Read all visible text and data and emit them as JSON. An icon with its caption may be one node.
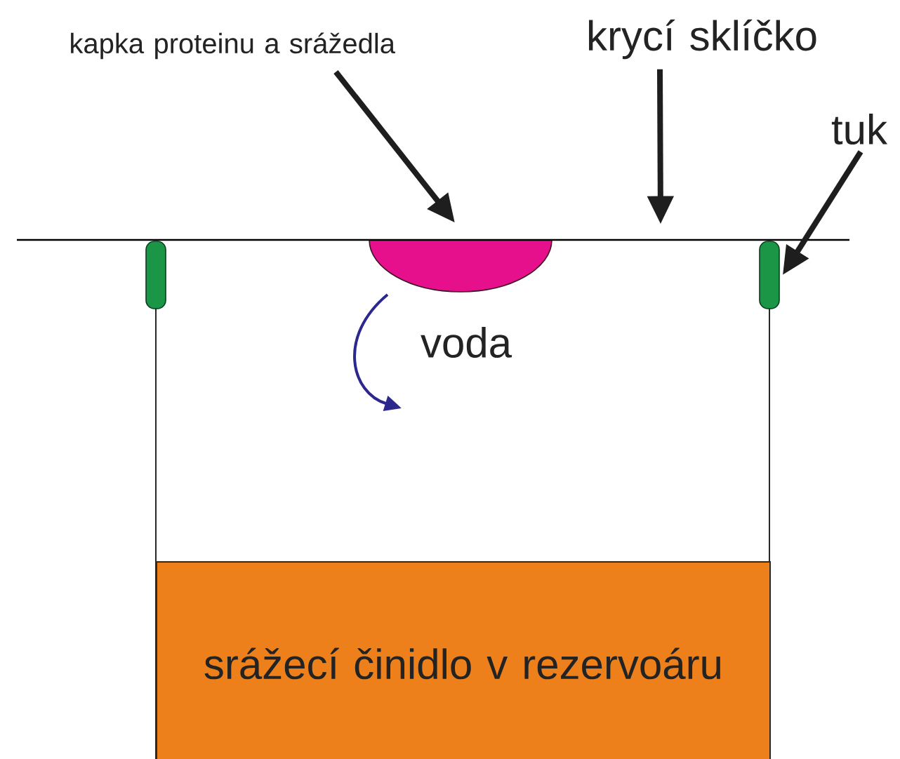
{
  "diagram": {
    "nodes": [
      {
        "text": [
          "kapka proteinu a srážedla"
        ]
      },
      {
        "text": [],
        "shape": "semicircle"
      },
      {
        "text": [
          "krycí sklíčko"
        ]
      },
      {
        "text": [],
        "shape": "bar"
      },
      {
        "text": [
          "tuk"
        ]
      },
      {
        "text": [],
        "shape": "box"
      },
      {
        "text": [],
        "shape": "box"
      },
      {
        "text": [
          "srážecí činidlo v rezervoáru"
        ]
      }
    ],
    "edges": [
      {
        "from": 0,
        "to": 1,
        "arrow": "to"
      },
      {
        "from": 2,
        "to": 3,
        "arrow": "to"
      },
      {
        "from": 4,
        "to": 6,
        "arrow": "to"
      }
    ],
    "labels": [
      "voda"
    ]
  }
}
